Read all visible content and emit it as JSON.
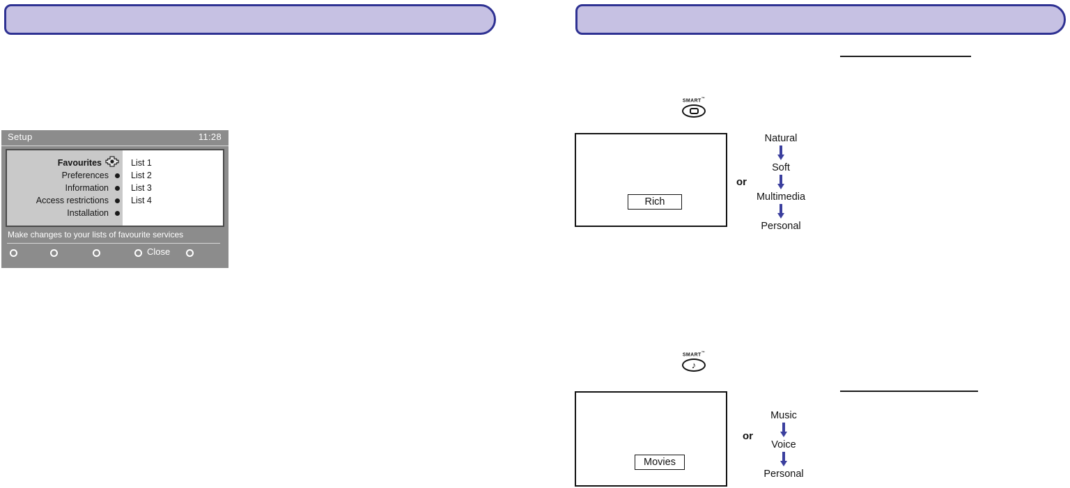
{
  "banners": {
    "left": {
      "text": ""
    },
    "right": {
      "text": ""
    }
  },
  "osd": {
    "title": "Setup",
    "clock": "11:28",
    "menu_items": [
      {
        "label": "Favourites",
        "selected": true,
        "marker": "nav-cursor-icon"
      },
      {
        "label": "Preferences",
        "selected": false,
        "marker": "bullet-icon"
      },
      {
        "label": "Information",
        "selected": false,
        "marker": "bullet-icon"
      },
      {
        "label": "Access restrictions",
        "selected": false,
        "marker": "bullet-icon"
      },
      {
        "label": "Installation",
        "selected": false,
        "marker": "bullet-icon"
      }
    ],
    "lists": [
      "List 1",
      "List 2",
      "List 3",
      "List 4"
    ],
    "hint": "Make changes to your lists of favourite services",
    "buttons": [
      {
        "label": ""
      },
      {
        "label": ""
      },
      {
        "label": ""
      },
      {
        "label": "Close"
      },
      {
        "label": ""
      }
    ],
    "colors": {
      "frame": "#8c8c8c",
      "left_pane": "#c9c9c9",
      "right_pane": "#ffffff",
      "text_on_frame": "#ffffff"
    }
  },
  "picture_section": {
    "smart_button": {
      "word": "SMART",
      "superscript": "™",
      "icon": "screen-icon"
    },
    "screen": {
      "current_mode": "Rich"
    },
    "or_label": "or",
    "modes": [
      "Natural",
      "Soft",
      "Multimedia",
      "Personal"
    ],
    "arrow_color": "#3b3f9e"
  },
  "sound_section": {
    "smart_button": {
      "word": "SMART",
      "superscript": "™",
      "icon": "music-note-icon"
    },
    "screen": {
      "current_mode": "Movies"
    },
    "or_label": "or",
    "modes": [
      "Music",
      "Voice",
      "Personal"
    ],
    "arrow_color": "#3b3f9e"
  }
}
